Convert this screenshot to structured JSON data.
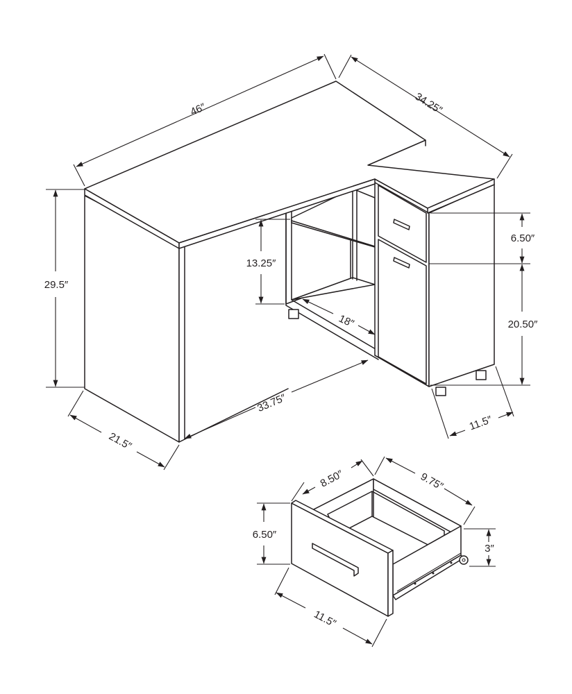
{
  "desk": {
    "dimensions": {
      "width": "46″",
      "depth_return": "34.25″",
      "height": "29.5″",
      "shelf_height": "13.25″",
      "shelf_depth": "18″",
      "top_drawer_height": "6.50″",
      "cabinet_door_height": "20.50″",
      "inner_length": "33.75″",
      "side_depth": "21.5″",
      "cabinet_depth": "11.5″"
    }
  },
  "drawer": {
    "dimensions": {
      "depth": "8.50″",
      "length": "9.75″",
      "front_height": "6.50″",
      "inner_height": "3″",
      "width": "11.5″"
    }
  }
}
